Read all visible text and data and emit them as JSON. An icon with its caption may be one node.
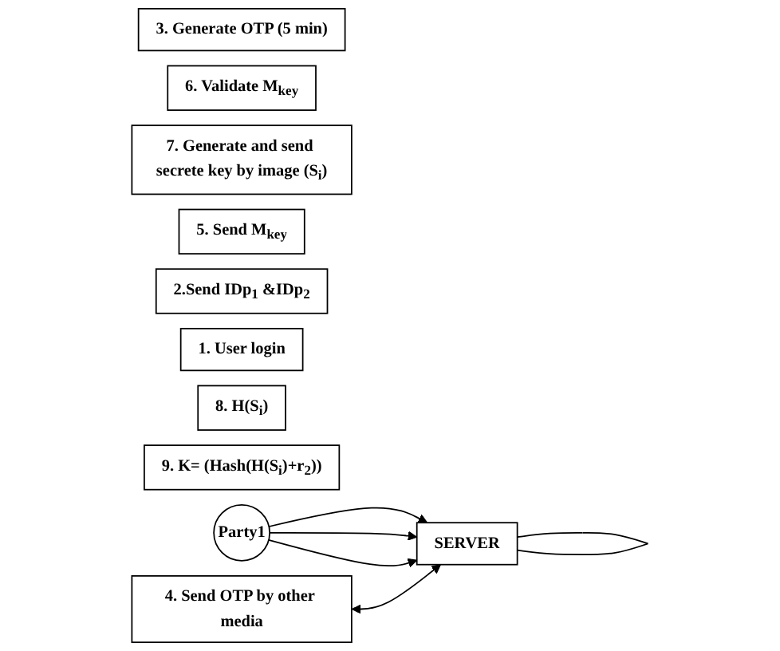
{
  "diagram": {
    "nodes": [
      {
        "text": [
          "3. Generate OTP (5 min)"
        ]
      },
      {
        "text": [
          "6. Validate M$_{key}$"
        ]
      },
      {
        "text": [
          "7. Generate and send secrete key by image (S$_{i}$)"
        ]
      },
      {
        "text": [
          "SERVER"
        ]
      },
      {
        "text": [
          "4. Send OTP by other media"
        ]
      },
      {
        "text": [
          "5. Send M$_{key}$"
        ]
      },
      {
        "text": [
          "2.Send IDp$_{1}$ &IDp$_{2}$"
        ]
      },
      {
        "text": [
          "1. User login"
        ]
      },
      {
        "text": [
          "8. H(S$_{i}$)"
        ]
      },
      {
        "text": [
          "Party1"
        ]
      },
      {
        "text": [
          "9. K= (Hash(H(S$_{i}$)+r$_{2}$))"
        ]
      }
    ],
    "edges": [
      {
        "from": 9,
        "to": 3,
        "arrow": "to"
      },
      {
        "from": 9,
        "to": 3,
        "arrow": "to"
      },
      {
        "from": 9,
        "to": 3,
        "arrow": "to"
      },
      {
        "from": 4,
        "to": 3,
        "arrow": "both"
      },
      {
        "from": 3,
        "to": 3,
        "arrow": "none"
      }
    ]
  }
}
